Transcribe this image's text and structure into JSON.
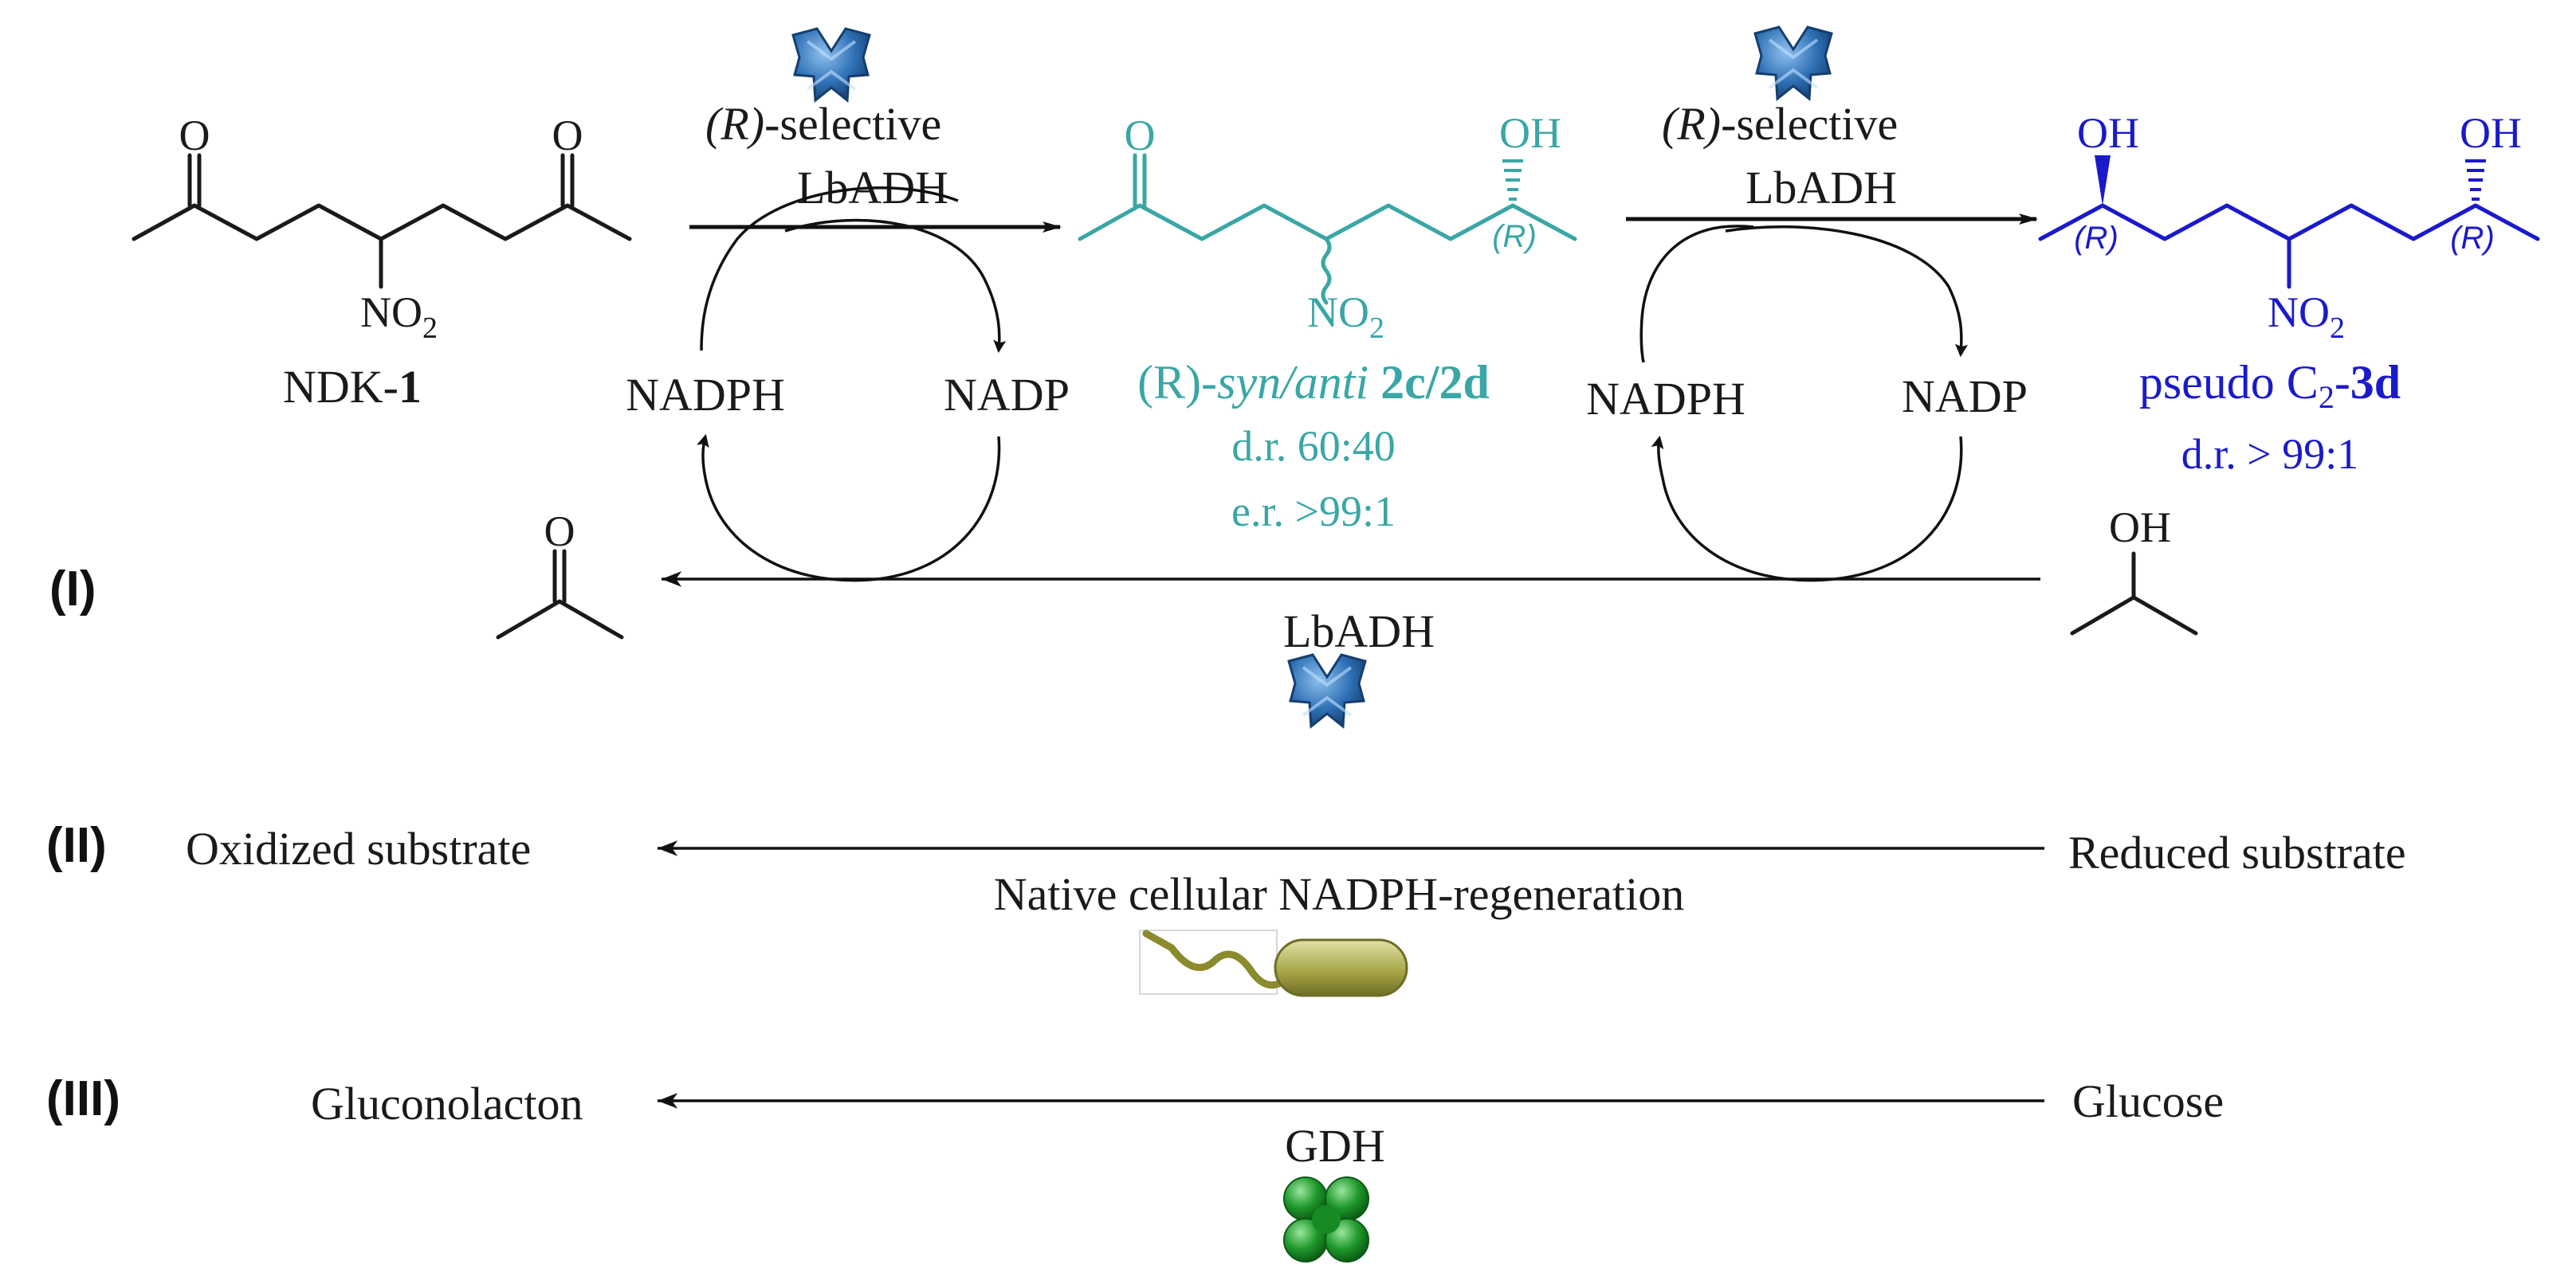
{
  "colors": {
    "black": "#1a1a1a",
    "teal": "#3aa6a6",
    "blue": "#1a1acc",
    "enzyme_blue": "#2d6fb3",
    "gdh_green": "#1f9a2c",
    "bacterium_olive": "#a9a84a"
  },
  "compounds": {
    "start": {
      "label_prefix": "NDK-",
      "label_number": "1",
      "ketone_left": "O",
      "ketone_right": "O",
      "nitro_left": "NO",
      "nitro_sub": "2"
    },
    "intermediate": {
      "ketone": "O",
      "hydroxyl": "OH",
      "stereo": "(R)",
      "nitro_left": "NO",
      "nitro_sub": "2",
      "label_config": "(R)-",
      "label_diastereo": "syn/anti",
      "label_compounds": "2c/2d",
      "dr": "d.r. 60:40",
      "er": "e.r. >99:1"
    },
    "product": {
      "hydroxyl_left": "OH",
      "hydroxyl_right": "OH",
      "stereo_left": "(R)",
      "stereo_right": "(R)",
      "nitro_left": "NO",
      "nitro_sub": "2",
      "label_prefix": "pseudo C",
      "label_sub": "2",
      "label_dash": "-",
      "label_number": "3d",
      "dr": "d.r. > 99:1"
    },
    "acetone": {
      "oxygen": "O"
    },
    "isopropanol": {
      "hydroxyl": "OH"
    }
  },
  "step1": {
    "config": "(R)",
    "selective": "-selective",
    "enzyme": "LbADH",
    "cofactor_red": "NADPH",
    "cofactor_ox": "NADP"
  },
  "step2": {
    "config": "(R)",
    "selective": "-selective",
    "enzyme": "LbADH",
    "cofactor_red": "NADPH",
    "cofactor_ox": "NADP"
  },
  "regeneration": {
    "I": {
      "roman": "(I)",
      "enzyme": "LbADH"
    },
    "II": {
      "roman": "(II)",
      "left": "Oxidized substrate",
      "right": "Reduced substrate",
      "caption": "Native cellular NADPH-regeneration"
    },
    "III": {
      "roman": "(III)",
      "left": "Gluconolacton",
      "right": "Glucose",
      "enzyme": "GDH"
    }
  },
  "icons": {
    "enzyme": "lbadh-enzyme-icon",
    "bacterium": "bacterium-icon",
    "gdh": "gdh-enzyme-icon"
  }
}
